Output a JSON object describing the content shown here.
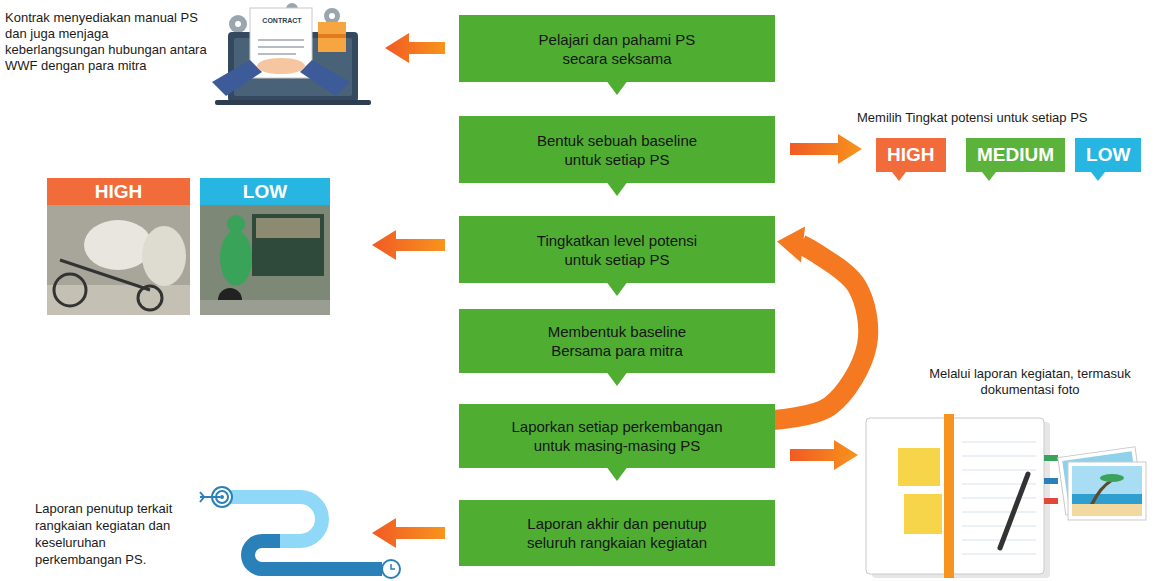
{
  "diagram": {
    "nodes": [
      {
        "text": [
          "Pelajari dan pahami PS secara seksama"
        ]
      },
      {
        "text": [
          "Bentuk sebuah baseline untuk setiap PS"
        ]
      },
      {
        "text": [
          "Tingkatkan level potensi untuk setiap PS"
        ]
      },
      {
        "text": [
          "Membentuk baseline Bersama para mitra"
        ]
      },
      {
        "text": [
          "Laporkan setiap perkembangan untuk masing-masing PS"
        ]
      },
      {
        "text": [
          "Laporan akhir dan penutup seluruh rangkaian kegiatan"
        ]
      },
      {
        "text": [
          "HIGH"
        ]
      },
      {
        "text": [
          "MEDIUM"
        ]
      },
      {
        "text": [
          "LOW"
        ]
      },
      {
        "text": [
          "HIGH"
        ]
      },
      {
        "text": [
          "LOW"
        ]
      }
    ],
    "edges": [
      {
        "from": 0,
        "to": 1,
        "arrow": "to"
      },
      {
        "from": 1,
        "to": 2,
        "arrow": "to"
      },
      {
        "from": 2,
        "to": 3,
        "arrow": "to"
      },
      {
        "from": 3,
        "to": 4,
        "arrow": "to"
      },
      {
        "from": 4,
        "to": 5,
        "arrow": "to"
      },
      {
        "from": 4,
        "to": 2,
        "arrow": "to"
      }
    ],
    "labels": [
      "Kontrak menyediakan manual PS dan juga menjaga keberlangsungan hubungan antara WWF dengan para mitra",
      "CONTRACT",
      "Memilih Tingkat potensi untuk setiap PS",
      "Melalui laporan kegiatan, termasuk dokumentasi foto",
      "Laporan penutup terkait rangkaian kegiatan dan keseluruhan perkembangan PS."
    ]
  }
}
